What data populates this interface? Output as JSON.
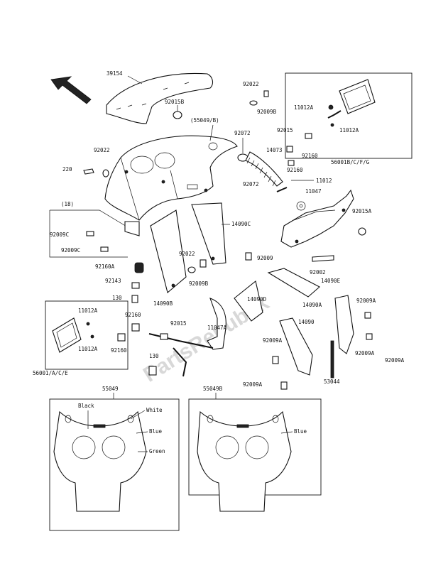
{
  "watermark": "PartsRepublik",
  "labels": {
    "p39154": "39154",
    "p92015b": "92015B",
    "p55049b_paren": "(55049/B)",
    "p92022_top": "92022",
    "p92009b_top": "92009B",
    "p92072_top": "92072",
    "p92015": "92015",
    "p92160_a": "92160",
    "p92160_b": "92160",
    "p14073": "14073",
    "p11012": "11012",
    "p92072_mid": "92072",
    "p11047": "11047",
    "p92015a": "92015A",
    "p11012a_tr": "11012A",
    "p11012a_tr2": "11012A",
    "p56001_b": "56001B/C/F/G",
    "p92022_left": "92022",
    "p220": "220",
    "p18": "(18)",
    "p92009c_1": "92009C",
    "p92009c_2": "92009C",
    "p92160a": "92160A",
    "p14090c": "14090C",
    "p92022_mid": "92022",
    "p92009_mid": "92009",
    "p92143": "92143",
    "p92009b_mid": "92009B",
    "p92002": "92002",
    "p14090e": "14090E",
    "p130_a": "130",
    "p14090b": "14090B",
    "p14090d": "14090D",
    "p14090a": "14090A",
    "p92009a_1": "92009A",
    "p11012a_l1": "11012A",
    "p11012a_l2": "11012A",
    "p92160_c": "92160",
    "p92015_mid": "92015",
    "p11047a": "11047A",
    "p14090": "14090",
    "p92009a_2": "92009A",
    "p92160_d": "92160",
    "p92009a_3": "92009A",
    "p92009a_4": "92009A",
    "p130_b": "130",
    "p53044": "53044",
    "p92009a_5": "92009A",
    "p56001_a": "56001/A/C/E",
    "p55049": "55049",
    "p55049b": "55049B"
  },
  "color_labels": {
    "black": "Black",
    "white": "White",
    "blue_left": "Blue",
    "green": "Green",
    "blue_right": "Blue"
  }
}
